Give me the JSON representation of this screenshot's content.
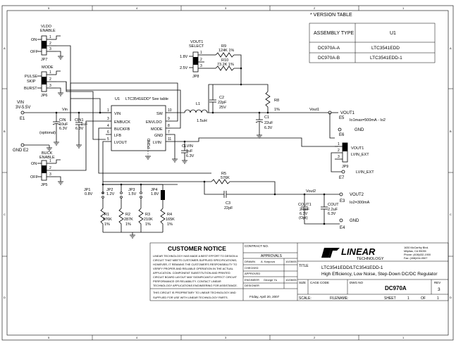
{
  "frame": {
    "col_markers": [
      "5",
      "4",
      "3",
      "2",
      "1"
    ],
    "row_markers": [
      "A",
      "B",
      "C",
      "D"
    ]
  },
  "version_table": {
    "title": "* VERSION TABLE",
    "headers": [
      "ASSEMBLY TYPE",
      "U1"
    ],
    "rows": [
      [
        "DC970A-A",
        "LTC3541EDD"
      ],
      [
        "DC970A-B",
        "LTC3541EDD-1"
      ]
    ]
  },
  "jumpers": {
    "jp7": {
      "title1": "VLDO",
      "title2": "ENABLE",
      "on": "ON",
      "off": "OFF",
      "ref": "JP7"
    },
    "jp6": {
      "title": "MODE",
      "opt1": "PULSE",
      "opt2": "SKIP",
      "opt3": "BURST",
      "ref": "JP6"
    },
    "jp5": {
      "title1": "BUCK",
      "title2": "ENABLE",
      "on": "ON",
      "off": "OFF",
      "ref": "JP5"
    },
    "jp8": {
      "title1": "VOUT1",
      "title2": "SELECT",
      "v1": "1.8V",
      "v2": "2.5V",
      "ref": "JP8"
    },
    "jp9": {
      "ref": "JP9",
      "label": "VOUT1",
      "lvin1": "LVIN_EXT",
      "lvin2": "LVIN_EXT"
    },
    "jp1": {
      "ref": "JP1",
      "v": "0.8V"
    },
    "jp2": {
      "ref": "JP2",
      "v": "1.2V"
    },
    "jp3": {
      "ref": "JP3",
      "v": "1.5V"
    },
    "jp4": {
      "ref": "JP4",
      "v": "1.8V"
    }
  },
  "pins": {
    "p1": "1",
    "p2": "2",
    "p3": "3"
  },
  "ic": {
    "ref": "U1",
    "part": "LTC3541EDD",
    "note": "* See table",
    "left_pins": [
      "VIN",
      "ENBUCK",
      "BUCKFB",
      "LFB",
      "LVOUT"
    ],
    "left_nums": [
      "1",
      "3",
      "4",
      "6",
      "5"
    ],
    "right_pins": [
      "SW",
      "ENVLDO",
      "MODE",
      "GND",
      "LVIN"
    ],
    "right_nums": [
      "10",
      "9",
      "8",
      "7",
      "11"
    ],
    "pgnd": "PGND"
  },
  "components": {
    "r9": {
      "ref": "R9",
      "val": "124K  1%"
    },
    "r10": {
      "ref": "R10",
      "val": "73.2K  1%"
    },
    "c2": {
      "ref": "C2",
      "v1": "22pF",
      "v2": "25V"
    },
    "l1": {
      "ref": "L1",
      "val": "1.5uH"
    },
    "r8": {
      "ref": "R8",
      "val": "1%"
    },
    "c1": {
      "ref": "C1",
      "v1": "22uF",
      "v2": "6.3V"
    },
    "cin": {
      "ref": "CIN",
      "v1": "10uF",
      "v2": "6.3V",
      "opt": "(optional)"
    },
    "cin1": {
      "ref": "CIN1",
      "v1": "1uF",
      "v2": "6.3V"
    },
    "clvin": {
      "ref": "CLVIN",
      "v1": "1uF",
      "v2": "6.3V"
    },
    "r5": {
      "ref": "R5",
      "val": "576K"
    },
    "c3": {
      "ref": "C3",
      "val": "22pF"
    },
    "cout1": {
      "ref": "COUT1",
      "v1": "2.2uF",
      "v2": "6.3V",
      "v3": "(Opt)"
    },
    "cout2": {
      "ref": "COUT",
      "v1": "2.2uF",
      "v2": "6.3V"
    },
    "r1": {
      "ref": "R1",
      "v1": "576K",
      "v2": "1%"
    },
    "r2": {
      "ref": "R2",
      "v1": "287K",
      "v2": "1%"
    },
    "r3": {
      "ref": "R3",
      "v1": "210K",
      "v2": "1%"
    },
    "r4": {
      "ref": "R4",
      "v1": "165K",
      "v2": "1%"
    }
  },
  "nets": {
    "vin_label": "VIN",
    "vin_range": "3V-5.5V",
    "vin_net": "Vin",
    "e1": "E1",
    "gnd_e2": "GND  E2",
    "vout1_net": "Vout1",
    "vout1_term": "VOUT1",
    "vout1_note": "Io1max=500mA - Io2",
    "e5": "E5",
    "gnd_e6": "GND",
    "e6": "E6",
    "e7": "E7",
    "vout2_net": "Vout2",
    "vout2_term": "VOUT2",
    "vout2_note": "Io2=300mA",
    "e3": "E3",
    "gnd_e4": "GND",
    "e4": "E4"
  },
  "title_block": {
    "customer_notice": "CUSTOMER NOTICE",
    "notice_lines": [
      "LINEAR TECHNOLOGY HAS MADE A BEST EFFORT TO DESIGN A",
      "CIRCUIT THAT MEETS CUSTOMER-SUPPLIED SPECIFICATIONS;",
      "HOWEVER, IT REMAINS THE CUSTOMER'S RESPONSIBILITY TO",
      "VERIFY PROPER AND RELIABLE OPERATION IN THE ACTUAL",
      "APPLICATION. COMPONENT SUBSTITUTION AND PRINTED",
      "CIRCUIT BOARD LAYOUT MAY SIGNIFICANTLY AFFECT CIRCUIT",
      "PERFORMANCE OR RELIABILITY. CONTACT LINEAR",
      "TECHNOLOGY APPLICATIONS ENGINEERING FOR ASSISTANCE."
    ],
    "proprietary_lines": [
      "THIS CIRCUIT IS PROPRIETARY TO LINEAR TECHNOLOGY AND",
      "SUPPLIED FOR USE WITH LINEAR TECHNOLOGY PARTS."
    ],
    "contract_no": "CONTRACT NO.",
    "approvals": "APPROVALS",
    "rows": [
      {
        "label": "DRAWN",
        "name": "A. Karpova",
        "date": "10/28/05"
      },
      {
        "label": "CHECKED",
        "name": "",
        "date": ""
      },
      {
        "label": "APPROVED",
        "name": "",
        "date": ""
      },
      {
        "label": "ENGINEER",
        "name": "George Yu",
        "date": "10/28/05"
      },
      {
        "label": "DESIGNER",
        "name": "",
        "date": ""
      }
    ],
    "company": "LINEAR",
    "company2": "TECHNOLOGY",
    "address": [
      "1630 McCarthy Blvd.",
      "Milpitas, CA 95035",
      "Phone: (408)432-1900",
      "Fax: (408)434-0507"
    ],
    "title_label": "TITLE",
    "title1": "LTC3541EDD/LTC3541EDD-1",
    "title2": "High Efficiency, Low Noise, Step-Down DC/DC Regulator",
    "size_label": "SIZE",
    "cage_label": "CAGE CODE",
    "dwg_label": "DWG NO",
    "dwg_no": "DC970A",
    "rev_label": "REV",
    "rev": "3",
    "scale_label": "SCALE:",
    "filename_label": "FILENAME:",
    "sheet_label": "SHEET",
    "sheet": "1",
    "of_label": "OF",
    "of": "1",
    "date": "Friday, April 20, 2007"
  }
}
